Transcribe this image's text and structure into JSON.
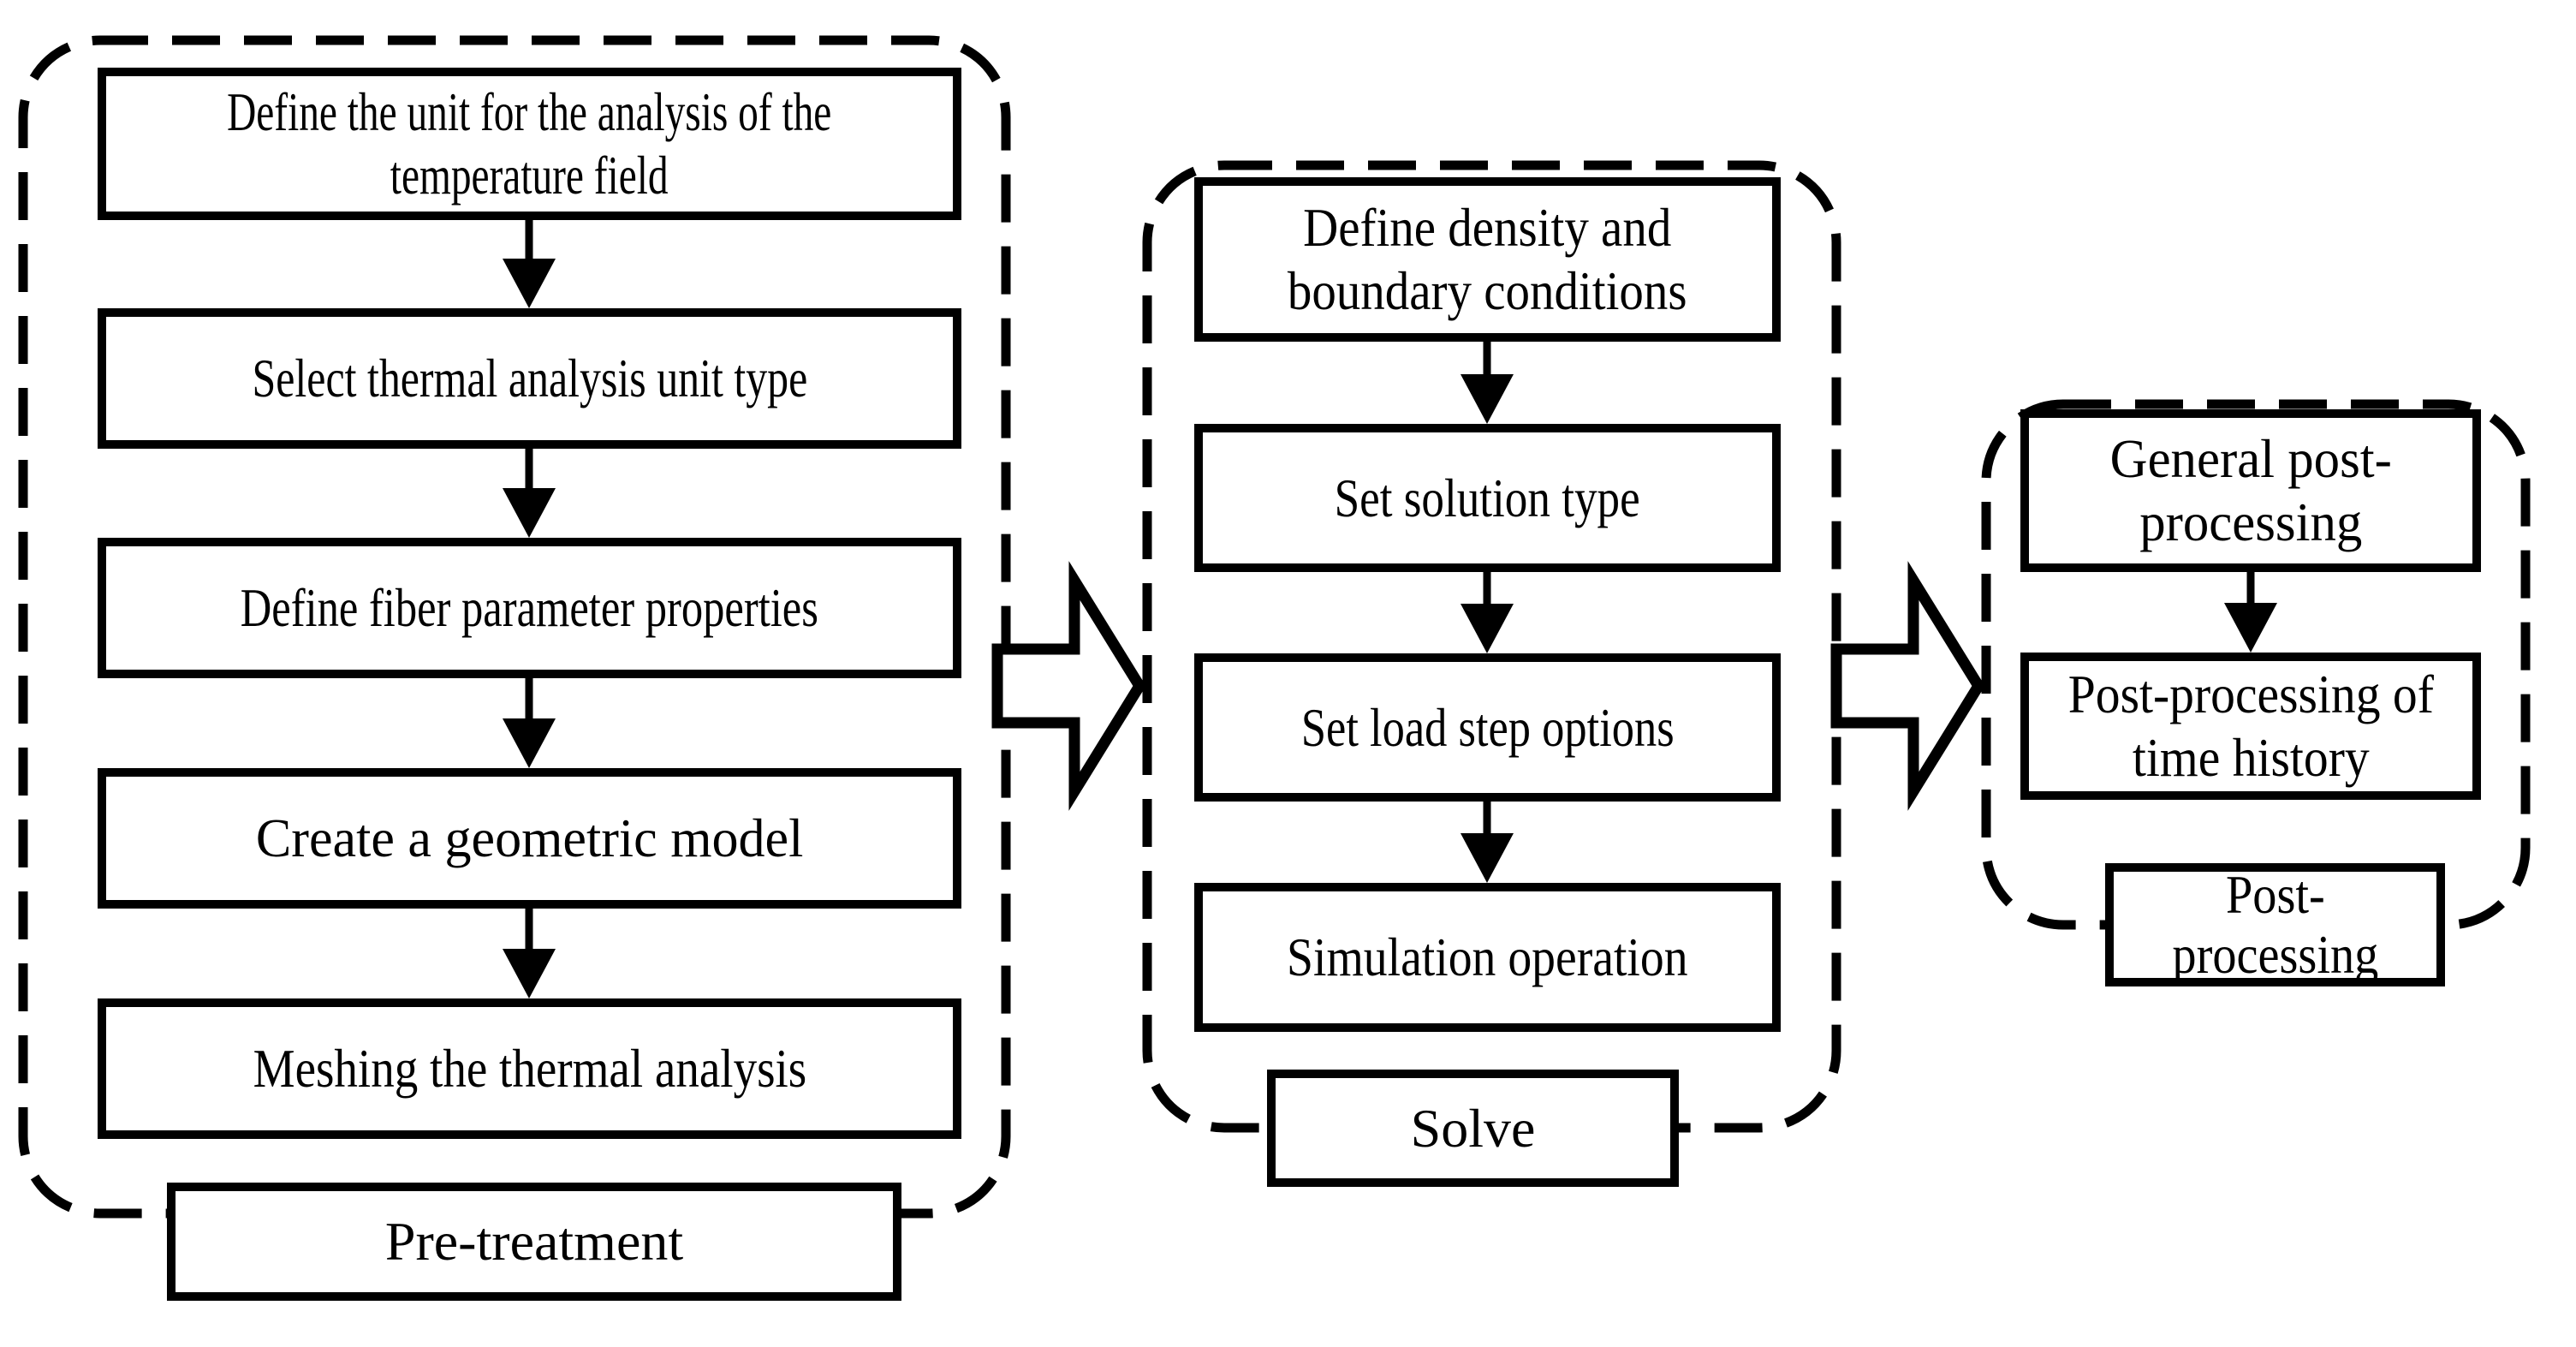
{
  "figure": {
    "title": "Finite element thermal analysis flowchart",
    "colors": {
      "line": "#000000",
      "background": "#ffffff"
    },
    "groups": [
      {
        "label": "Pre-treatment",
        "steps": [
          "Define the unit for the analysis of the\ntemperature field",
          "Select thermal analysis unit type",
          "Define fiber parameter properties",
          "Create a geometric model",
          "Meshing the thermal analysis"
        ]
      },
      {
        "label": "Solve",
        "steps": [
          "Define density and\nboundary conditions",
          "Set solution type",
          "Set load step options",
          "Simulation operation"
        ]
      },
      {
        "label": "Post-\nprocessing",
        "steps": [
          "General post-\nprocessing",
          "Post-processing of\ntime history"
        ]
      }
    ]
  }
}
